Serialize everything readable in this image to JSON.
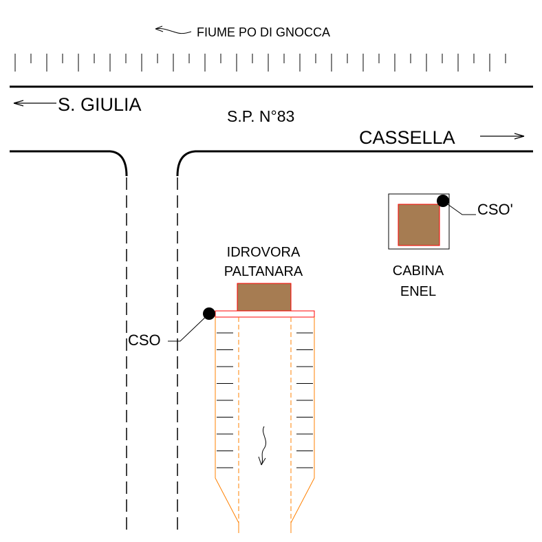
{
  "labels": {
    "river": "FIUME PO DI GNOCCA",
    "road_west": "S. GIULIA",
    "road_name": "S.P. N°83",
    "road_east": "CASSELLA",
    "pump_station_line1": "IDROVORA",
    "pump_station_line2": "PALTANARA",
    "cabin_line1": "CABINA",
    "cabin_line2": "ENEL",
    "cso_left": "CSO",
    "cso_right": "CSO'"
  },
  "colors": {
    "line": "#000000",
    "building_fill": "#a67c52",
    "building_stroke": "#ff0000",
    "canal_stroke": "#ff8000"
  }
}
